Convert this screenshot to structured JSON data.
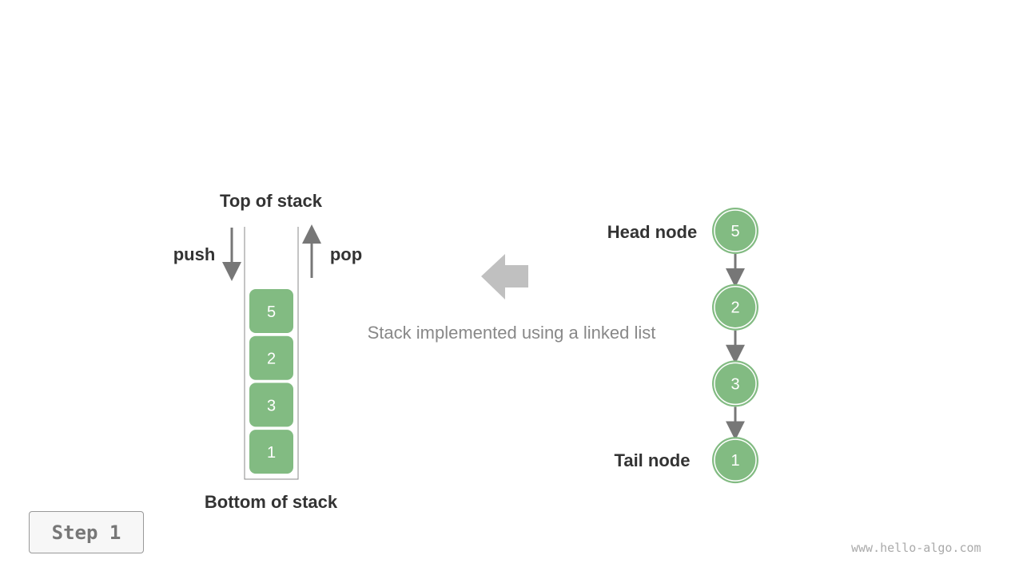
{
  "labels": {
    "top": "Top of stack",
    "bottom": "Bottom of stack",
    "push": "push",
    "pop": "pop",
    "caption": "Stack implemented using a linked list",
    "head": "Head node",
    "tail": "Tail node"
  },
  "stack": [
    "5",
    "2",
    "3",
    "1"
  ],
  "list": [
    "5",
    "2",
    "3",
    "1"
  ],
  "step": "Step 1",
  "watermark": "www.hello-algo.com",
  "colors": {
    "node": "#82bb82",
    "arrow": "#777777",
    "big_arrow": "#c0c0c0"
  }
}
